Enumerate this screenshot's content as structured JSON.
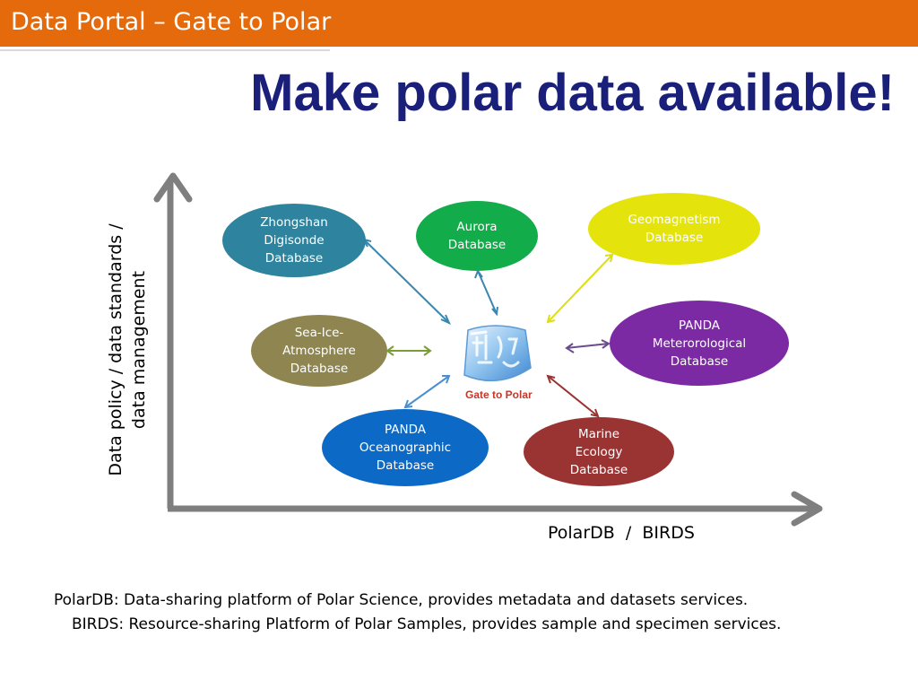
{
  "header": {
    "title": "Data Portal – Gate to Polar",
    "bar_color": "#e56a0c"
  },
  "title": "Make polar data available!",
  "axes": {
    "y_label": "Data policy / data standards /\ndata management",
    "x_label": "PolarDB  /  BIRDS"
  },
  "center": {
    "caption": "Gate to Polar",
    "icon": "ice-cube-logo"
  },
  "nodes": [
    {
      "label": "Zhongshan\nDigisonde\nDatabase",
      "color": "#2e849e"
    },
    {
      "label": "Aurora\nDatabase",
      "color": "#12ad4a"
    },
    {
      "label": "Geomagnetism\nDatabase",
      "color": "#e4e40c"
    },
    {
      "label": "Sea-Ice-\nAtmosphere\nDatabase",
      "color": "#8f8550"
    },
    {
      "label": "PANDA\nMeterorological\nDatabase",
      "color": "#7b2aa4"
    },
    {
      "label": "PANDA\nOceanographic\nDatabase",
      "color": "#0c6ac6"
    },
    {
      "label": "Marine\nEcology\nDatabase",
      "color": "#9a3433"
    }
  ],
  "footnotes": [
    "PolarDB: Data-sharing platform of Polar Science, provides metadata and datasets services.",
    "BIRDS: Resource-sharing Platform of Polar Samples, provides sample and specimen services."
  ]
}
